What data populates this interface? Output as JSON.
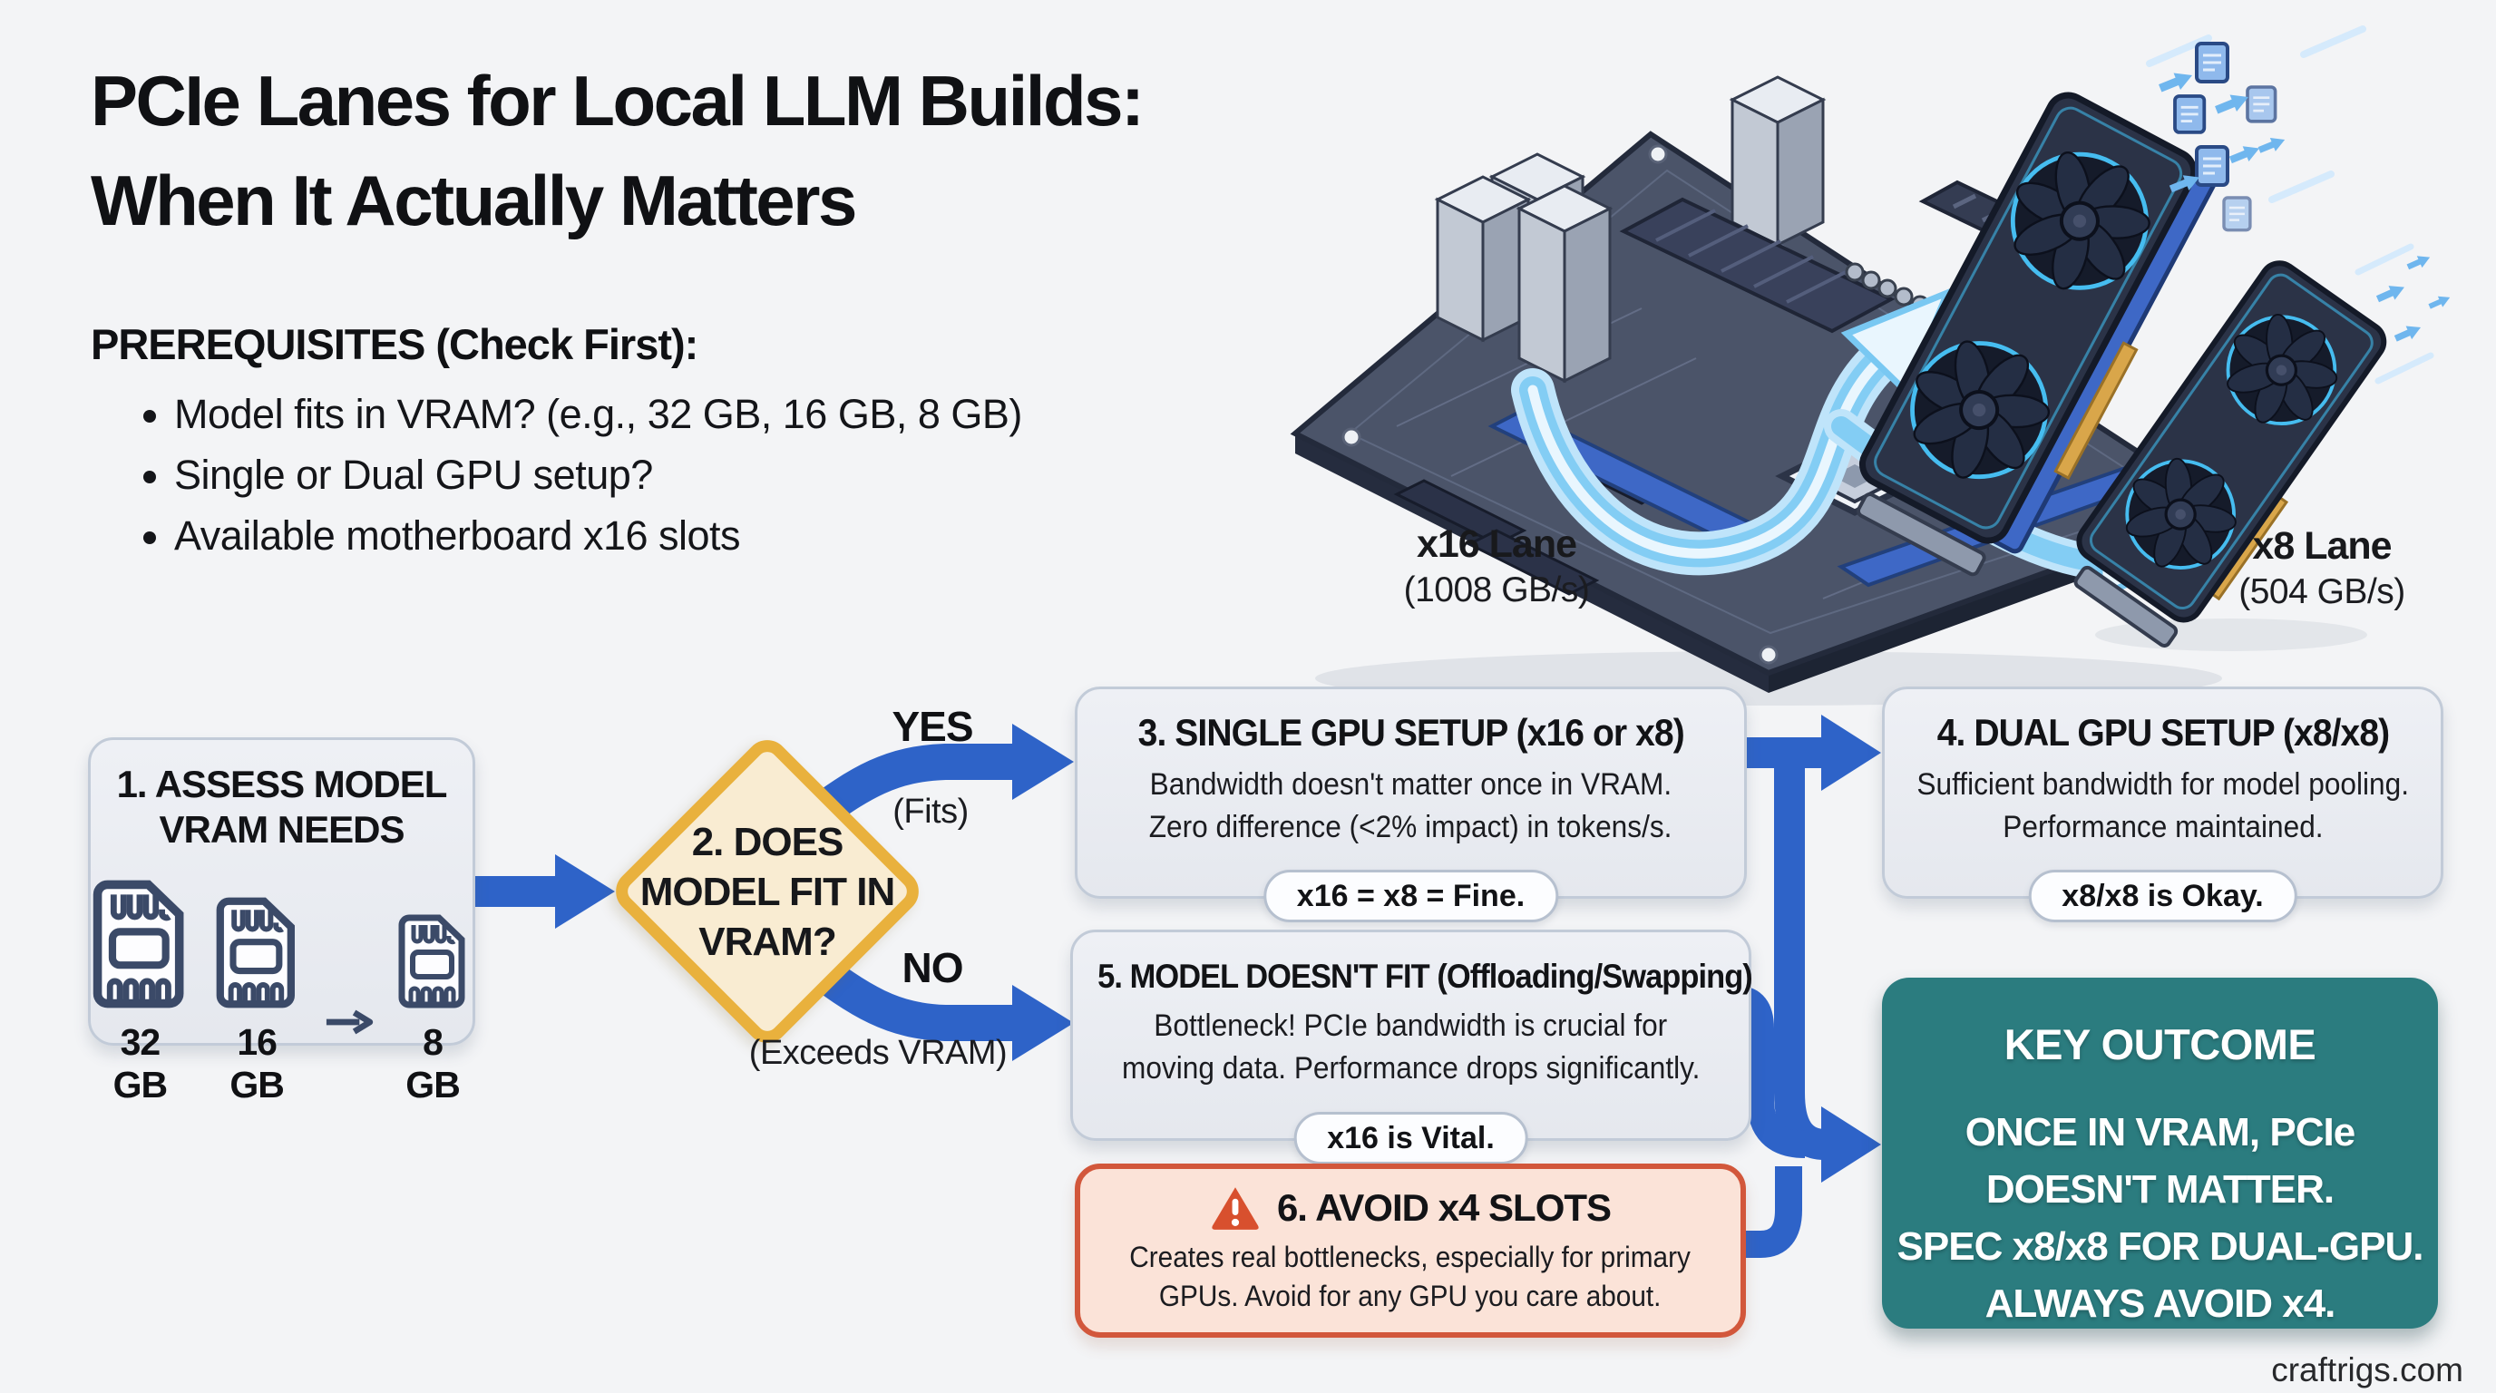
{
  "title": {
    "line1": "PCIe Lanes for Local LLM Builds:",
    "line2": "When It Actually Matters"
  },
  "prerequisites": {
    "heading": "PREREQUISITES (Check First):",
    "items": [
      "Model fits in VRAM? (e.g., 32 GB, 16 GB, 8 GB)",
      "Single or Dual GPU setup?",
      "Available motherboard x16 slots"
    ]
  },
  "illustration": {
    "x16_label": "x16 Lane",
    "x16_bandwidth": "(1008 GB/s)",
    "x8_label": "x8 Lane",
    "x8_bandwidth": "(504 GB/s)"
  },
  "flowchart": {
    "step1": {
      "title_line1": "1. ASSESS MODEL",
      "title_line2": "VRAM NEEDS",
      "cards": [
        "32 GB",
        "16 GB",
        "8 GB"
      ]
    },
    "step2": {
      "line1": "2. DOES",
      "line2": "MODEL FIT IN",
      "line3": "VRAM?"
    },
    "yes_branch": {
      "label": "YES",
      "sublabel": "(Fits)"
    },
    "no_branch": {
      "label": "NO",
      "sublabel": "(Exceeds VRAM)"
    },
    "step3": {
      "title": "3. SINGLE GPU SETUP (x16 or x8)",
      "body_line1": "Bandwidth doesn't matter once in VRAM.",
      "body_line2": "Zero difference (<2% impact) in tokens/s.",
      "badge": "x16 = x8 = Fine."
    },
    "step4": {
      "title": "4. DUAL GPU SETUP (x8/x8)",
      "body_line1": "Sufficient bandwidth for model pooling.",
      "body_line2": "Performance maintained.",
      "badge": "x8/x8 is Okay."
    },
    "step5": {
      "title": "5. MODEL DOESN'T FIT (Offloading/Swapping)",
      "body_line1": "Bottleneck! PCIe bandwidth is crucial for",
      "body_line2": "moving data. Performance drops significantly.",
      "badge": "x16 is Vital."
    },
    "step6": {
      "title": "6. AVOID x4 SLOTS",
      "body_line1": "Creates real bottlenecks, especially for primary",
      "body_line2": "GPUs. Avoid for any GPU you care about."
    },
    "outcome": {
      "heading": "KEY OUTCOME",
      "lines": [
        "ONCE IN VRAM, PCIe",
        "DOESN'T MATTER.",
        "SPEC x8/x8 FOR DUAL-GPU.",
        "ALWAYS AVOID x4."
      ]
    }
  },
  "footer": {
    "text": "craftrigs.com"
  },
  "colors": {
    "accent_blue": "#2e63c8",
    "gold": "#e9b13d",
    "teal": "#2b7c7f",
    "warning_orange": "#d2573b",
    "glow_blue": "#7ecdf5",
    "background": "#f3f4f6"
  }
}
